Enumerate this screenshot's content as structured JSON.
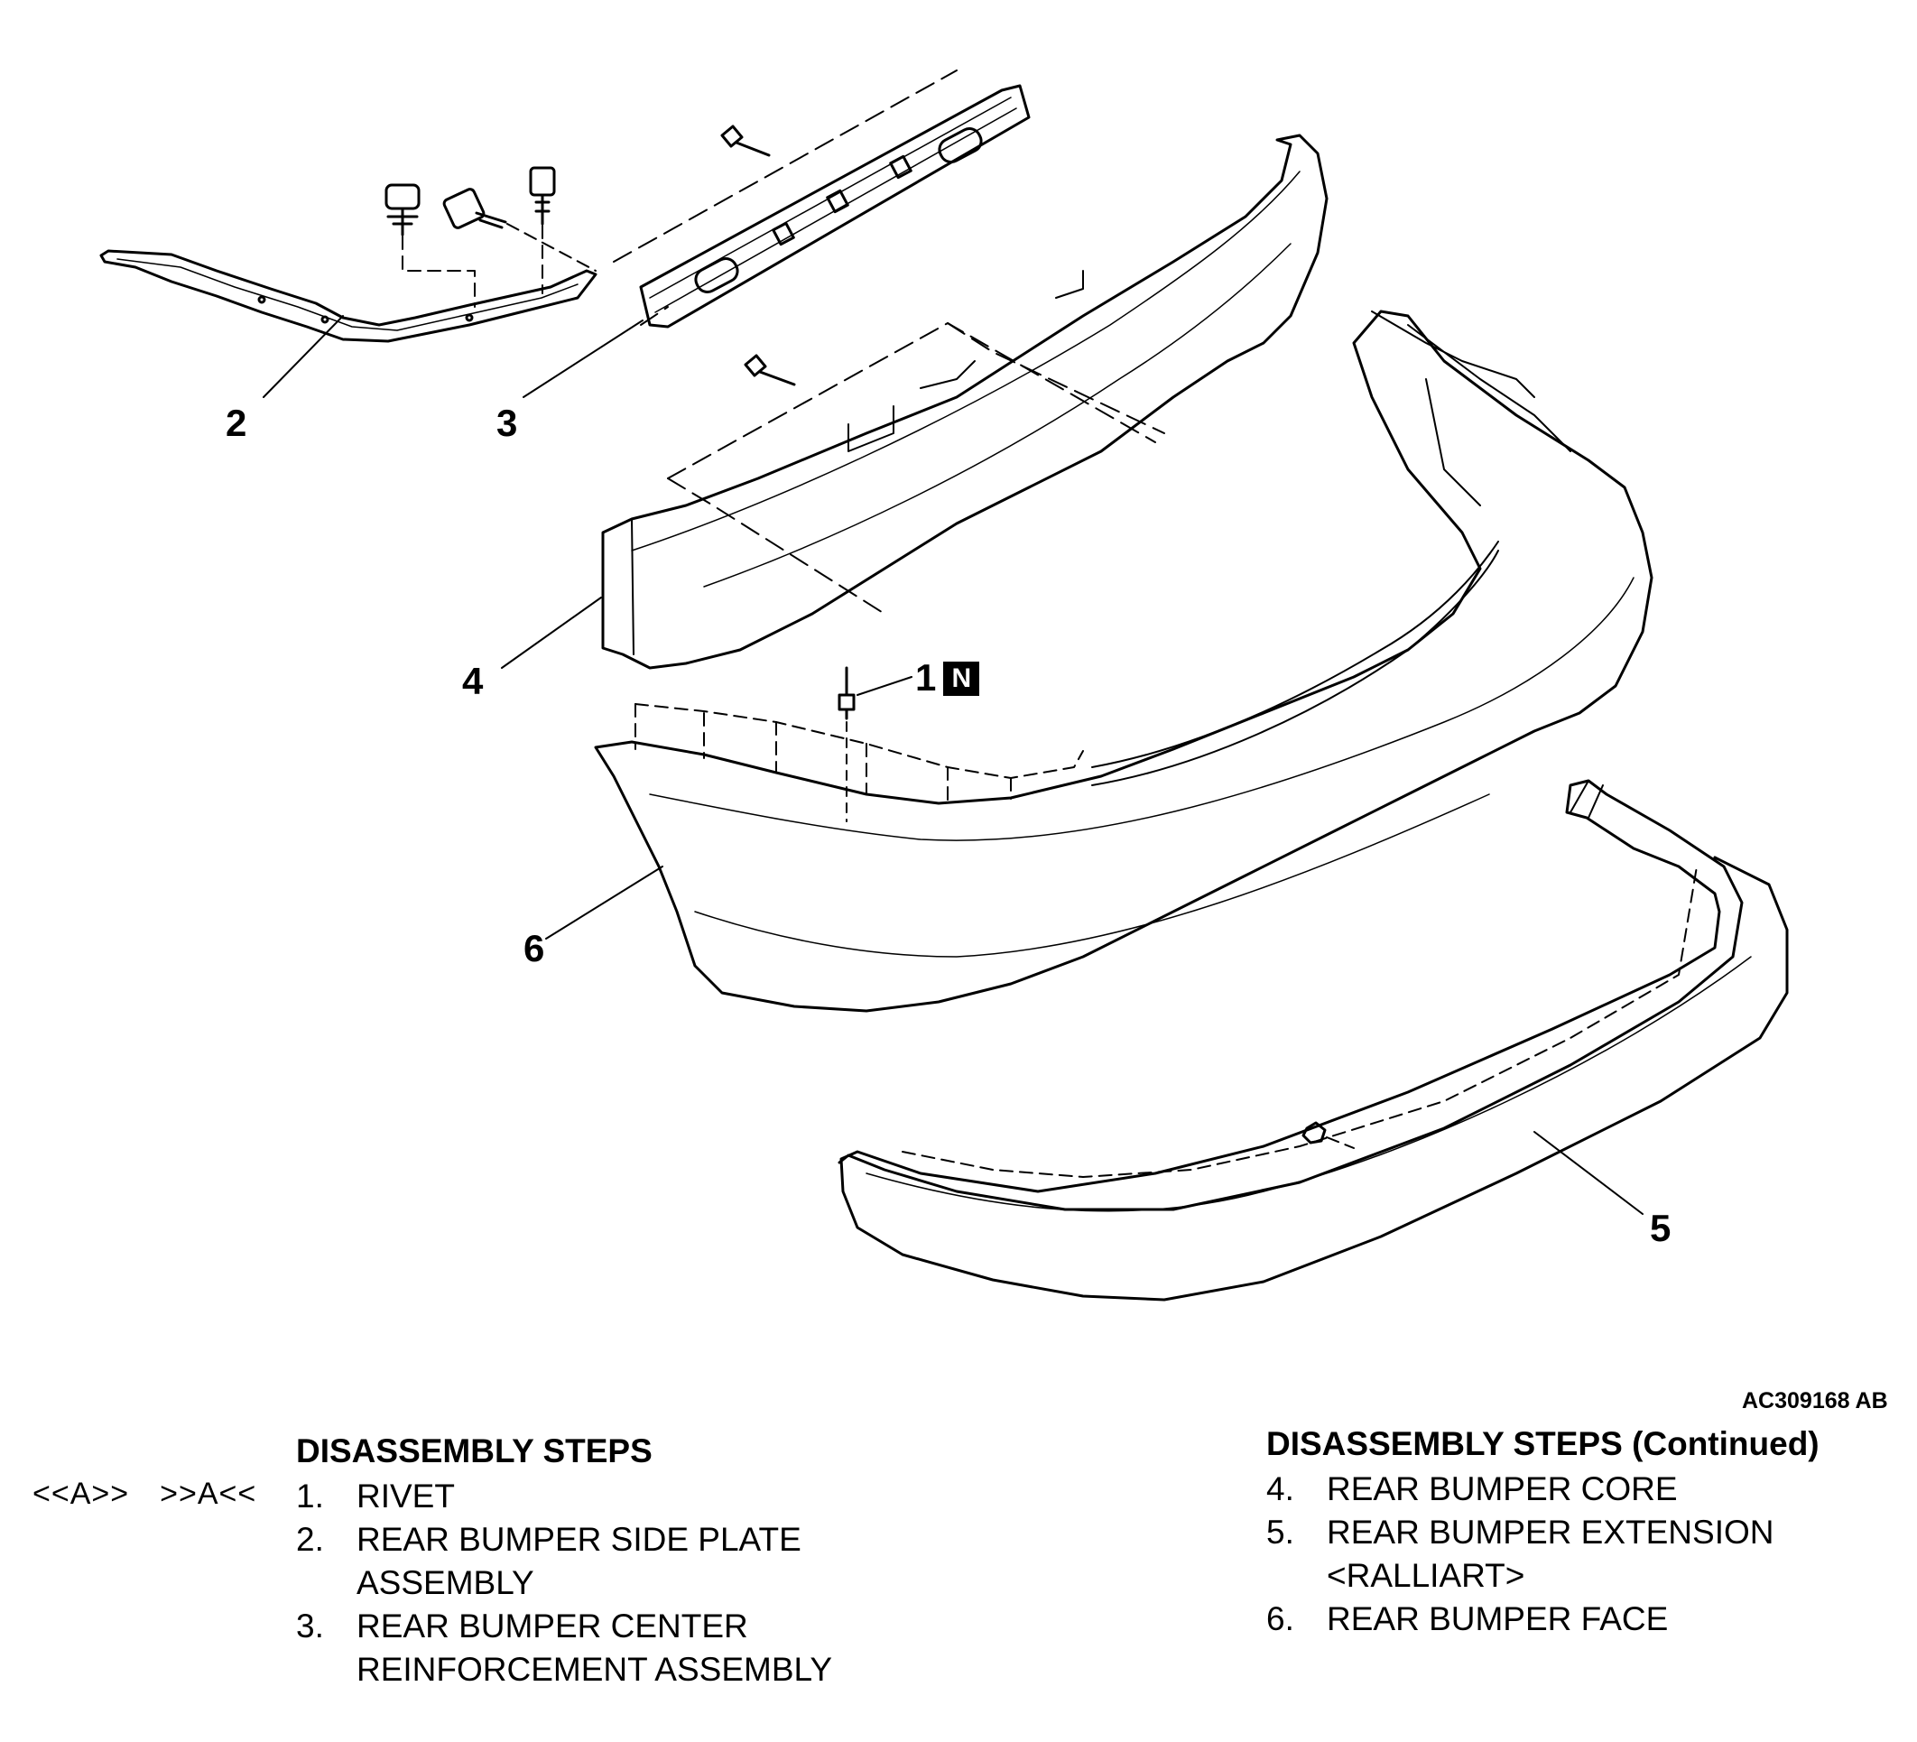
{
  "callouts": [
    {
      "id": "c1",
      "label": "1",
      "badge": "N"
    },
    {
      "id": "c2",
      "label": "2"
    },
    {
      "id": "c3",
      "label": "3"
    },
    {
      "id": "c4",
      "label": "4"
    },
    {
      "id": "c5",
      "label": "5"
    },
    {
      "id": "c6",
      "label": "6"
    }
  ],
  "figure_code": "AC309168 AB",
  "markers": [
    "<<A>>",
    ">>A<<"
  ],
  "steps_left": {
    "title": "DISASSEMBLY STEPS",
    "items": [
      {
        "num": "1.",
        "text": "RIVET"
      },
      {
        "num": "2.",
        "text": "REAR BUMPER SIDE PLATE ASSEMBLY"
      },
      {
        "num": "3.",
        "text": "REAR BUMPER CENTER REINFORCEMENT ASSEMBLY"
      }
    ]
  },
  "steps_right": {
    "title": "DISASSEMBLY STEPS (Continued)",
    "items": [
      {
        "num": "4.",
        "text": "REAR BUMPER CORE"
      },
      {
        "num": "5.",
        "text": "REAR BUMPER EXTENSION <RALLIART>"
      },
      {
        "num": "6.",
        "text": "REAR BUMPER FACE"
      }
    ]
  }
}
